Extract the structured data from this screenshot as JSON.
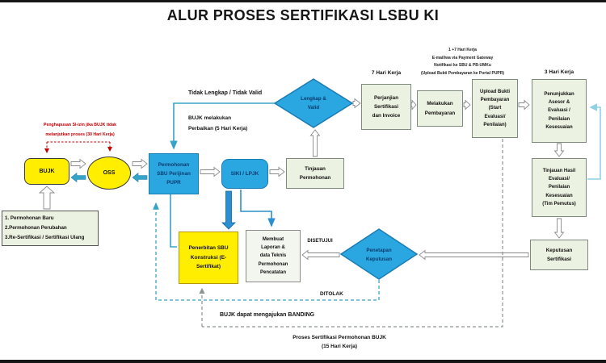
{
  "title": "ALUR PROSES SERTIFIKASI LSBU KI",
  "colors": {
    "node_yellow": "#ffee00",
    "node_blue": "#2aa7e0",
    "node_light": "#ecf2e1",
    "arrow_teal": "#36a3c8",
    "note_red": "#c00000"
  },
  "nodes": {
    "bujk": "BUJK",
    "oss": "OSS",
    "permohonan": "Permohonan\nSBU Perijinan\nPUPR",
    "siki": "SIKI / LPJK",
    "tinjauan_permohonan": "Tinjauan\nPermohonan",
    "lengkap_valid": "Lengkap &\nValid",
    "perjanjian": "Perjanjian\nSertifikasi\ndan Invoice",
    "melakukan": "Melakukan\nPembayaran",
    "upload": "Upload Bukti\nPembayaran\n(Start\nEvaluasi/\nPenilaian)",
    "penunjukkan": "Penunjukkan\nAsesor &\nEvaluasi /\nPenilaian\nKesesuaian",
    "tinjauan_hasil": "Tinjauan Hasil\nEvaluasi/\nPenilaian\nKesesuaian\n(Tim Pemutus)",
    "keputusan": "Keputusan\nSertifikasi",
    "penetapan": "Penetapan\nKeputusan",
    "membuat": "Membuat\nLaporan &\ndata Teknis\nPermohonan\nPencatatan",
    "penerbitan": "Penerbitan SBU\nKonstruksi (E-\nSertifikat)"
  },
  "labels": {
    "hari7": "7 Hari Kerja",
    "hari3": "3 Hari Kerja",
    "tidak_lengkap": "Tidak Lengkap / Tidak Valid",
    "bujk_perbaikan": "BUJK melakukan\nPerbaikan (5 Hari Kerja)",
    "disetujui": "DISETUJUI",
    "ditolak": "DITOLAK",
    "banding": "BUJK dapat mengajukan BANDING",
    "proses": "Proses Sertifikasi Permohonan BUJK\n(15 Hari Kerja)",
    "penghapusan": "Penghapusan SI-izin jika BUJK tidak\nmelanjutkan proses (30 Hari Kerja)",
    "payment_note": "1 +7 Hari Kerja\nE-mail/wa via Payment Gateway\nNotifikasi ke SBU & PB-UMKu\n(Upload Bukti Pembayaran ke Portal PUPR)"
  },
  "input_list": {
    "items": [
      "1. Permohonan Baru",
      "2.Permohonan Perubahan",
      "3.Re-Sertifikasi / Sertifikasi Ulang"
    ]
  }
}
